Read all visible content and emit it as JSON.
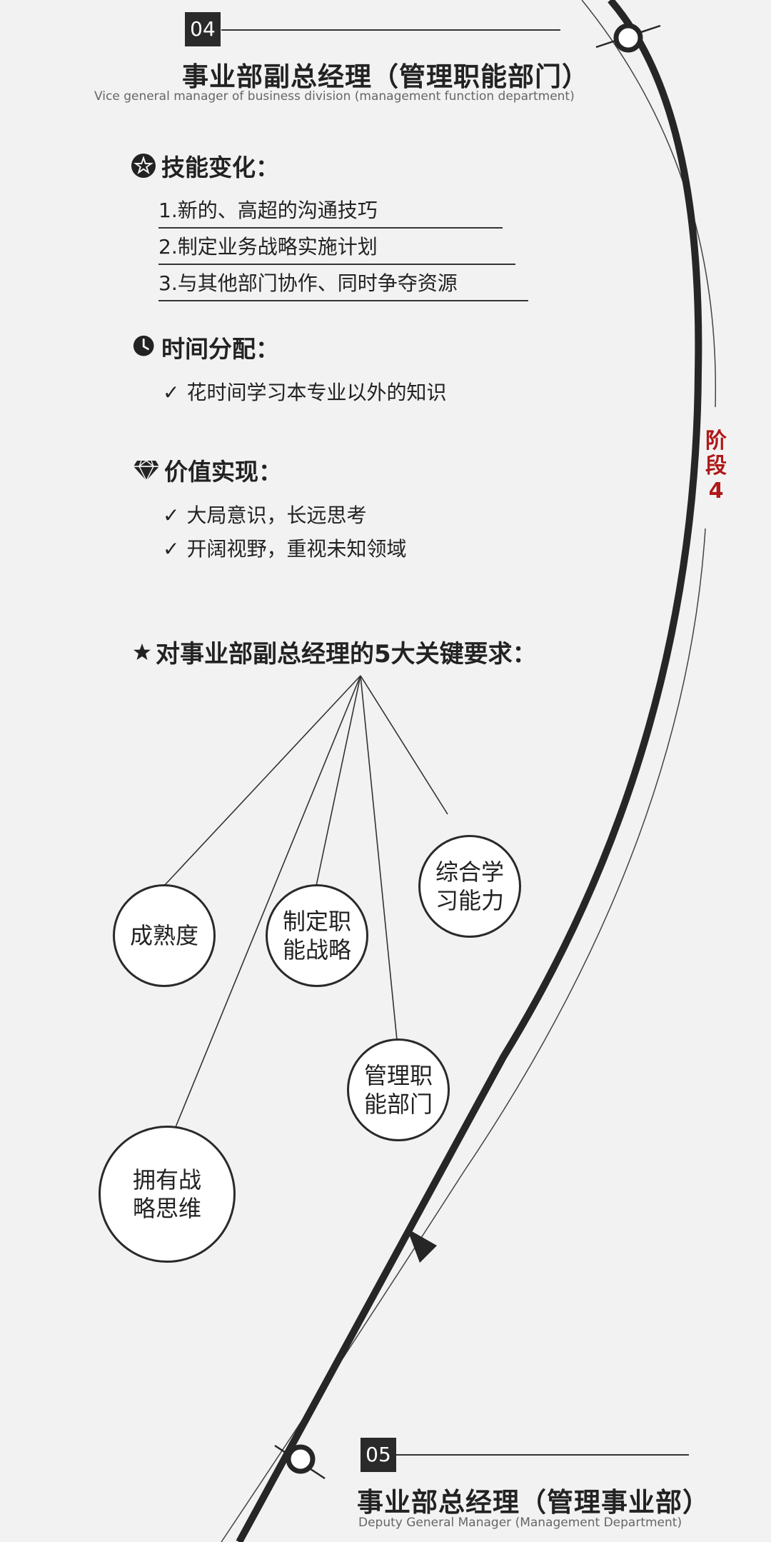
{
  "stage4": {
    "number": "04",
    "title": "事业部副总经理（管理职能部门）",
    "subtitle": "Vice general manager of business division (management function department)"
  },
  "skills": {
    "heading": "技能变化：",
    "items": [
      "1.新的、高超的沟通技巧",
      "2.制定业务战略实施计划",
      "3.与其他部门协作、同时争夺资源"
    ]
  },
  "time": {
    "heading": "时间分配：",
    "items": [
      "花时间学习本专业以外的知识"
    ]
  },
  "value": {
    "heading": "价值实现：",
    "items": [
      "大局意识，长远思考",
      "开阔视野，重视未知领域"
    ]
  },
  "check_mark": "✓",
  "requirements": {
    "heading": "对事业部副总经理的5大关键要求：",
    "nodes": [
      {
        "line1": "成熟度",
        "line2": ""
      },
      {
        "line1": "制定职",
        "line2": "能战略"
      },
      {
        "line1": "综合学",
        "line2": "习能力"
      },
      {
        "line1": "管理职",
        "line2": "能部门"
      },
      {
        "line1": "拥有战",
        "line2": "略思维"
      }
    ]
  },
  "stage_tag": "阶\n段\n4",
  "stage5": {
    "number": "05",
    "title": "事业部总经理（管理事业部）",
    "subtitle": "Deputy General Manager (Management Department)"
  },
  "colors": {
    "ink": "#222222",
    "accent": "#b01818",
    "background": "#f2f2f2"
  }
}
